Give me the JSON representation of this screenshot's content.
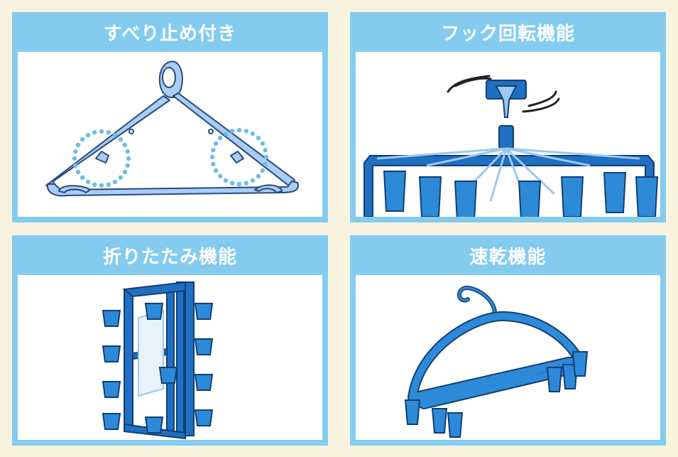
{
  "panels": [
    {
      "title": "すべり止め付き",
      "icon": "non-slip-hanger-icon"
    },
    {
      "title": "フック回転機能",
      "icon": "rotating-hook-hanger-icon"
    },
    {
      "title": "折りたたみ機能",
      "icon": "folding-hanger-icon"
    },
    {
      "title": "速乾機能",
      "icon": "quick-dry-hanger-icon"
    }
  ],
  "colors": {
    "background": "#f8f3df",
    "panel": "#83ccef",
    "accent": "#1f6fc2",
    "light_blue": "#9cc8f2",
    "mid_blue": "#2d8ad8"
  }
}
